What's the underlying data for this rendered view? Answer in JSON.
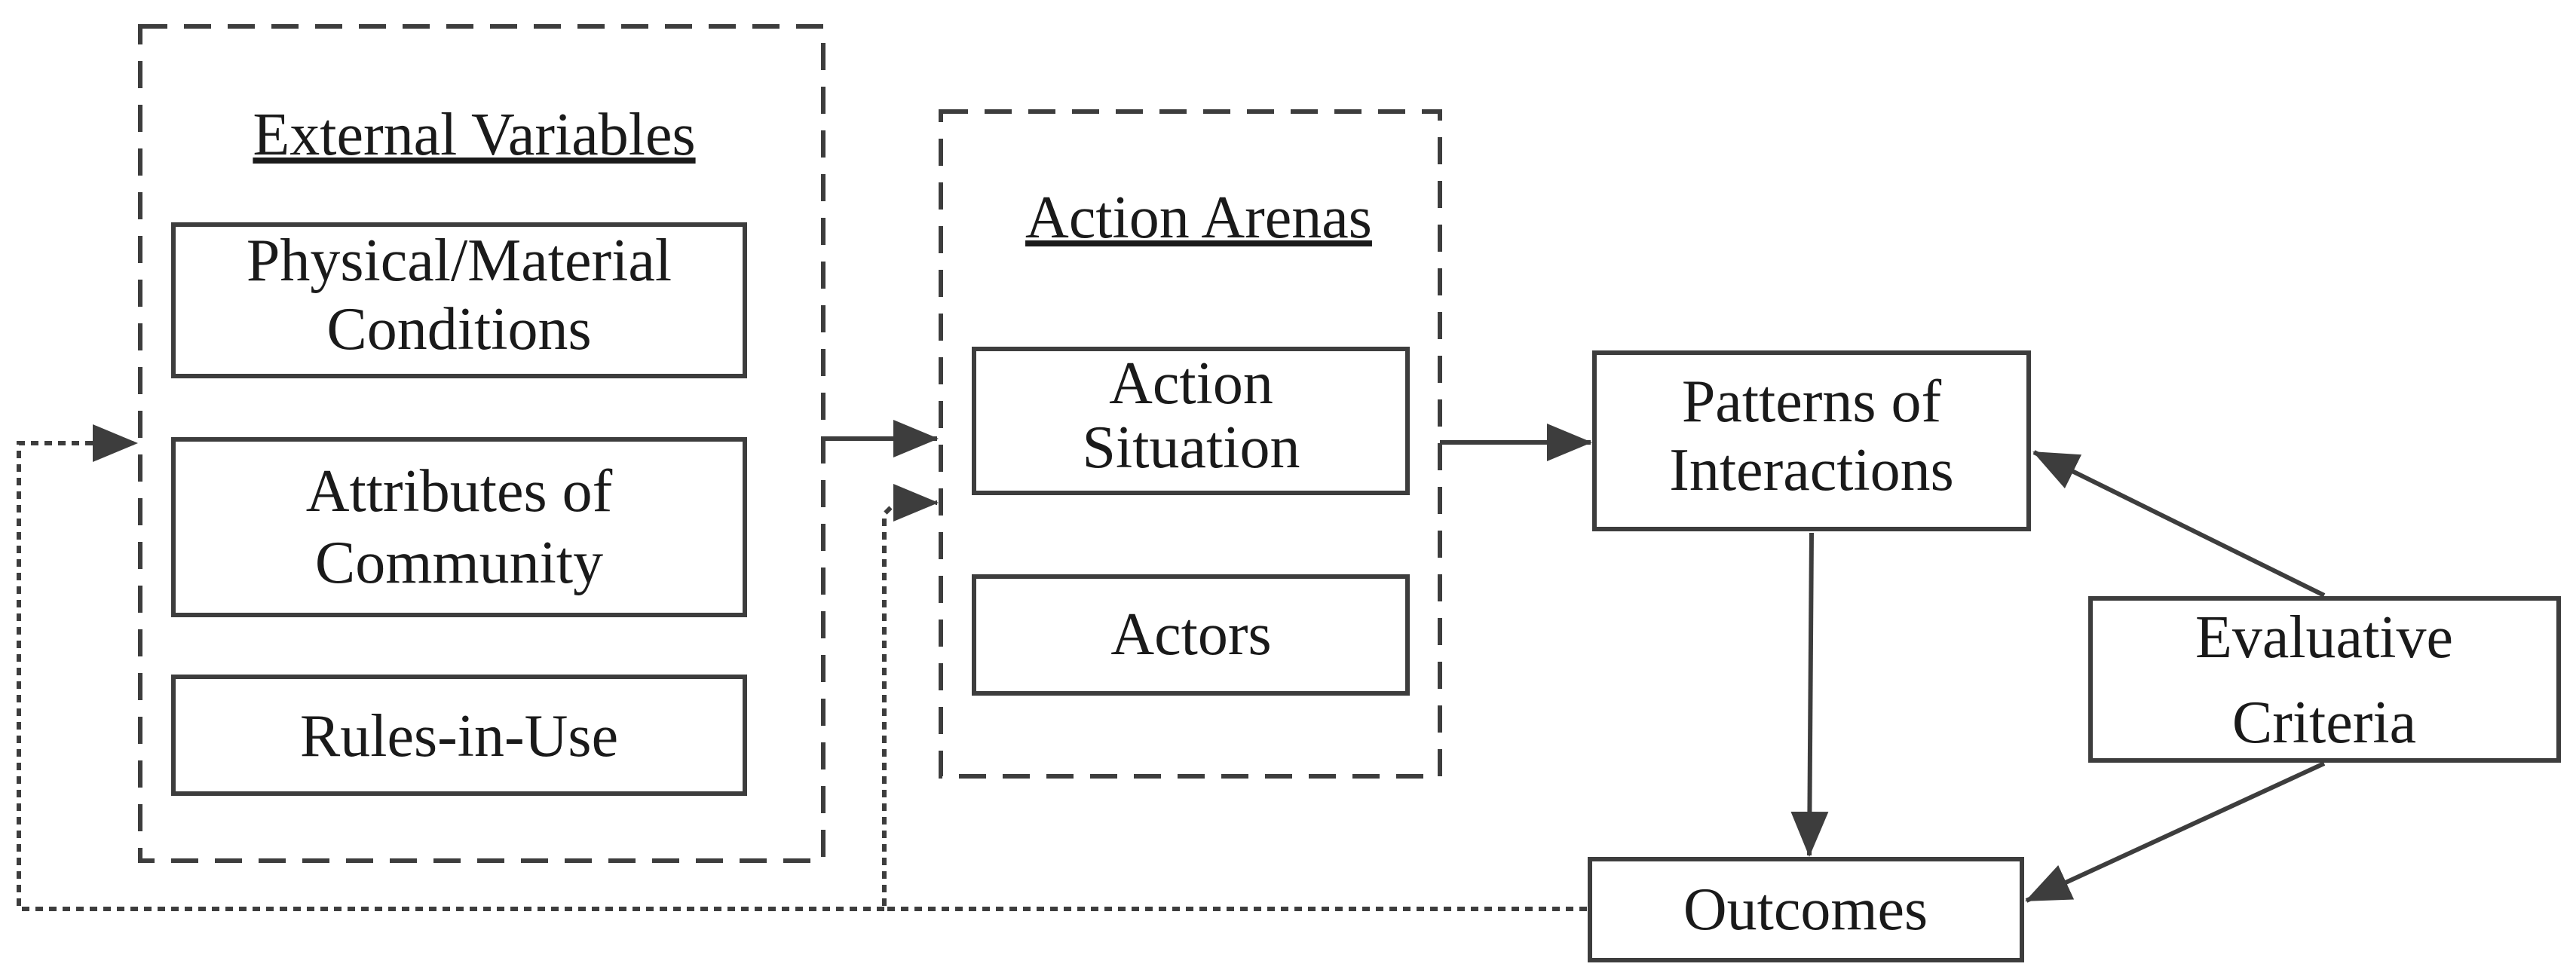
{
  "external_variables": {
    "title": "External Variables",
    "items": [
      [
        "Physical/Material",
        "Conditions"
      ],
      [
        "Attributes of",
        "Community"
      ],
      [
        "Rules-in-Use"
      ]
    ]
  },
  "action_arenas": {
    "title": "Action Arenas",
    "items": [
      [
        "Action",
        "Situation"
      ],
      [
        "Actors"
      ]
    ]
  },
  "patterns": [
    "Patterns of",
    "Interactions"
  ],
  "evaluative": [
    "Evaluative",
    "Criteria"
  ],
  "outcomes": [
    "Outcomes"
  ]
}
